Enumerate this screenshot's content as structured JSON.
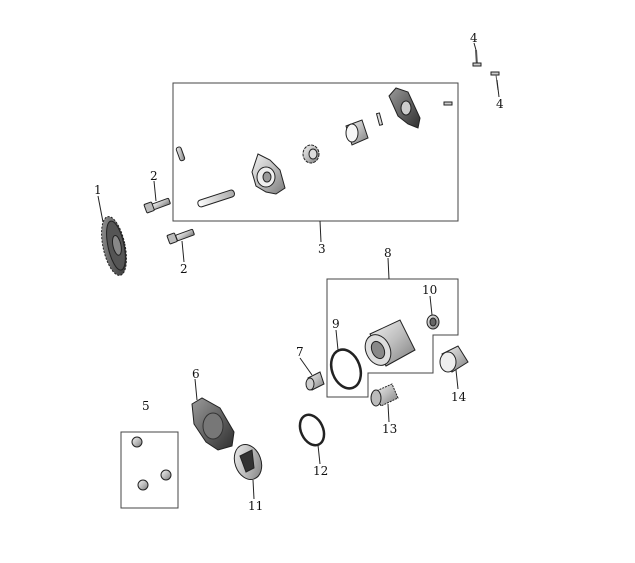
{
  "diagram": {
    "callouts": [
      {
        "id": "c1a",
        "text": "1"
      },
      {
        "id": "c2a",
        "text": "2"
      },
      {
        "id": "c2b",
        "text": "2"
      },
      {
        "id": "c3",
        "text": "3"
      },
      {
        "id": "c4a",
        "text": "4"
      },
      {
        "id": "c4b",
        "text": "4"
      },
      {
        "id": "c5",
        "text": "5"
      },
      {
        "id": "c6",
        "text": "6"
      },
      {
        "id": "c7",
        "text": "7"
      },
      {
        "id": "c8",
        "text": "8"
      },
      {
        "id": "c9",
        "text": "9"
      },
      {
        "id": "c10",
        "text": "10"
      },
      {
        "id": "c11",
        "text": "11"
      },
      {
        "id": "c12",
        "text": "12"
      },
      {
        "id": "c13",
        "text": "13"
      },
      {
        "id": "c14",
        "text": "14"
      }
    ]
  }
}
